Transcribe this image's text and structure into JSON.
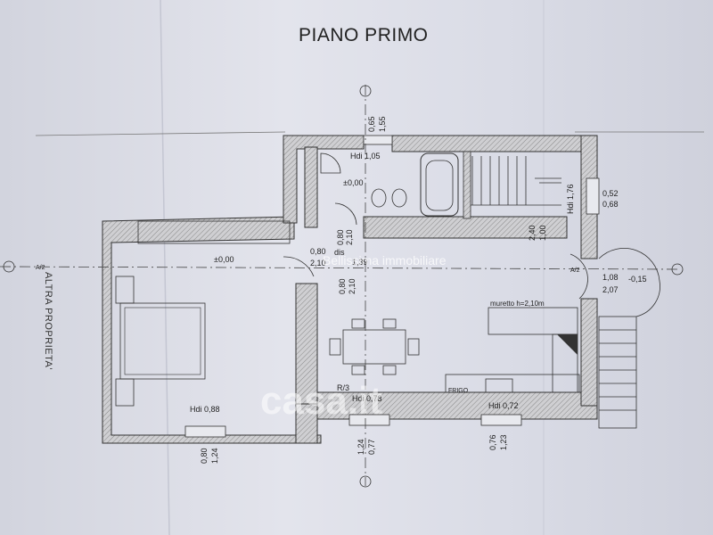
{
  "title": "PIANO PRIMO",
  "side_label": "ALTRA PROPRIETA'",
  "watermark": {
    "brand": "casa.it",
    "agency": "Bellissima immobiliare"
  },
  "labels": {
    "hdi_top": "Hdi 1,05",
    "bath_level": "±0,00",
    "living_level": "±0,00",
    "hdi_stair": "Hdi 1,76",
    "dim_052": "0,52",
    "dim_068": "0,68",
    "dim_065": "0,65",
    "dim_155": "1,55",
    "dim_100": "1,00",
    "dim_240": "2,40",
    "dim_080a": "0,80",
    "dim_210a": "2,10",
    "dis": "dis",
    "dim_080b": "0,80",
    "dim_210b": "2,10",
    "dim_139": "1,39",
    "dim_080c": "0,80",
    "dim_210c": "2,10",
    "dim_108": "1,08",
    "dim_207": "2,07",
    "dim_015": "-0,15",
    "muretto": "muretto h=2,10m",
    "r3": "R/3",
    "frigo": "FRIGO",
    "hdi_088": "Hdi 0,88",
    "hdi_073": "Hdi 0,73",
    "hdi_072": "Hdi 0,72",
    "dim_080d": "0,80",
    "dim_124a": "1,24",
    "dim_077": "0,77",
    "dim_124b": "1,24",
    "dim_076": "0,76",
    "dim_123": "1,23",
    "axis_a": "A/2",
    "axis_b": "A/2"
  }
}
